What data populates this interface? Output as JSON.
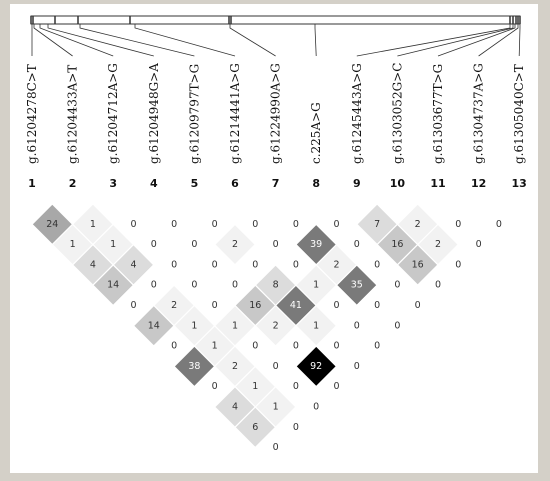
{
  "snps": [
    "g.6120427 8C>T",
    "g.6120443 3A>T",
    "g.6120471 2A>G",
    "g.6120494 8G>A",
    "g.6120979 7T>G",
    "g.6121444 1A>G",
    "g.6122499 0A>G",
    "c.225A>G",
    "g.6124544 3A>G",
    "g.6130305 2G>C",
    "g.6130367 7T>G",
    "g.6130473 7A>G",
    "g.6130504 0C>T"
  ],
  "snp_labels": [
    "g.61204278C>T",
    "g.61204433A>T",
    "g.61204712A>G",
    "g.61204948G>A",
    "g.61209797T>G",
    "g.61214441A>G",
    "g.61224990A>G",
    "c.225A>G",
    "g.61245443A>G",
    "g.61303052G>C",
    "g.61303677T>G",
    "g.61304737A>G",
    "g.61305040C>T"
  ],
  "indices": [
    "1",
    "2",
    "3",
    "4",
    "5",
    "6",
    "7",
    "8",
    "9",
    "10",
    "11",
    "12",
    "13"
  ],
  "ld_rows": [
    [
      "24",
      "1",
      "0",
      "0",
      "0",
      "0",
      "0",
      "0",
      "7",
      "2",
      "0",
      "0"
    ],
    [
      "1",
      "1",
      "0",
      "0",
      "2",
      "0",
      "39",
      "0",
      "16",
      "2",
      "0"
    ],
    [
      "4",
      "4",
      "0",
      "0",
      "0",
      "0",
      "2",
      "0",
      "16",
      "0"
    ],
    [
      "14",
      "0",
      "0",
      "0",
      "8",
      "1",
      "35",
      "0",
      "0"
    ],
    [
      "0",
      "2",
      "0",
      "16",
      "41",
      "0",
      "0",
      "0"
    ],
    [
      "14",
      "1",
      "1",
      "2",
      "1",
      "0",
      "0"
    ],
    [
      "0",
      "1",
      "0",
      "0",
      "0",
      "0"
    ],
    [
      "38",
      "2",
      "0",
      "92",
      "0"
    ],
    [
      "0",
      "1",
      "0",
      "0"
    ],
    [
      "4",
      "1",
      "0"
    ],
    [
      "6",
      "0"
    ],
    [
      "0"
    ]
  ]
}
